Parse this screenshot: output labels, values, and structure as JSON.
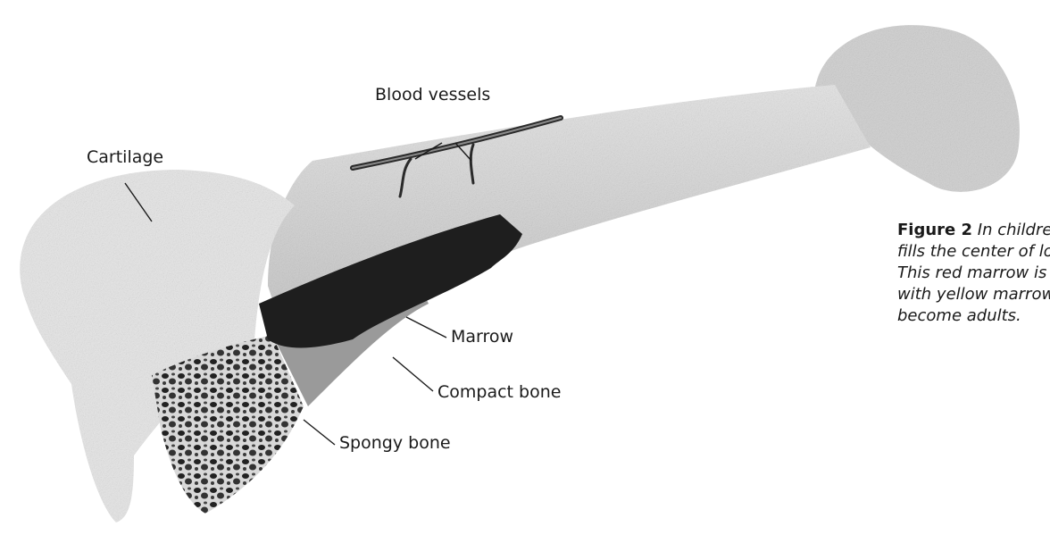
{
  "labels": {
    "blood_vessels": "Blood vessels",
    "cartilage": "Cartilage",
    "marrow": "Marrow",
    "compact_bone": "Compact bone",
    "spongy_bone": "Spongy bone"
  },
  "caption": {
    "figure": "Figure 2",
    "lines": [
      "In children, re",
      "fills the center of long b",
      "This red marrow is repla",
      "with yellow marrow as c",
      "become adults."
    ]
  }
}
